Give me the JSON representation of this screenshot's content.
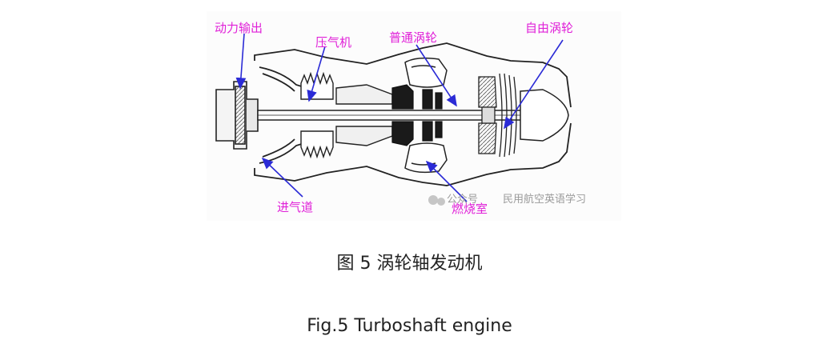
{
  "figure": {
    "labels": {
      "power_output": "动力输出",
      "compressor": "压气机",
      "gas_turbine": "普通涡轮",
      "free_turbine": "自由涡轮",
      "inlet": "进气道",
      "combustor": "燃烧室"
    },
    "watermark": {
      "prefix": "公众号",
      "account": "民用航空英语学习"
    },
    "colors": {
      "label": "#e020d8",
      "arrow": "#2b2bd6",
      "outline": "#222222"
    }
  },
  "caption": {
    "chinese": "图 5 涡轮轴发动机",
    "english": "Fig.5 Turboshaft engine"
  }
}
